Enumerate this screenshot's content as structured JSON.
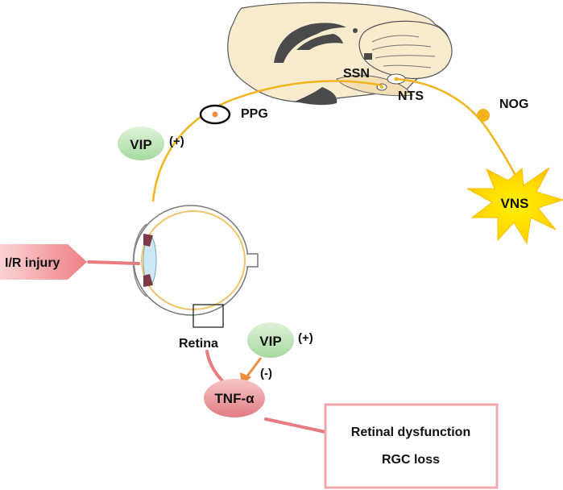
{
  "labels": {
    "ssn": "SSN",
    "nts": "NTS",
    "nog": "NOG",
    "ppg": "PPG",
    "vip_top": "VIP",
    "vip_top_sign": "(+)",
    "vns": "VNS",
    "ir_injury": "I/R injury",
    "retina": "Retina",
    "vip_bottom": "VIP",
    "vip_bottom_sign": "(+)",
    "inhibit_sign": "(-)",
    "tnf": "TNF-α",
    "outcome_line1": "Retinal dysfunction",
    "outcome_line2": "RGC loss"
  },
  "colors": {
    "pathway": "#f2b41e",
    "brain": "#f9ebcd",
    "vip_bubble": "#bfe4b9",
    "tnf_bubble": "#e98a8f",
    "injury_arrow": "#ee7f85",
    "connector": "#e87a82",
    "vns_burst": "#ffd800",
    "inhibit_arrow": "#f08a3c"
  }
}
